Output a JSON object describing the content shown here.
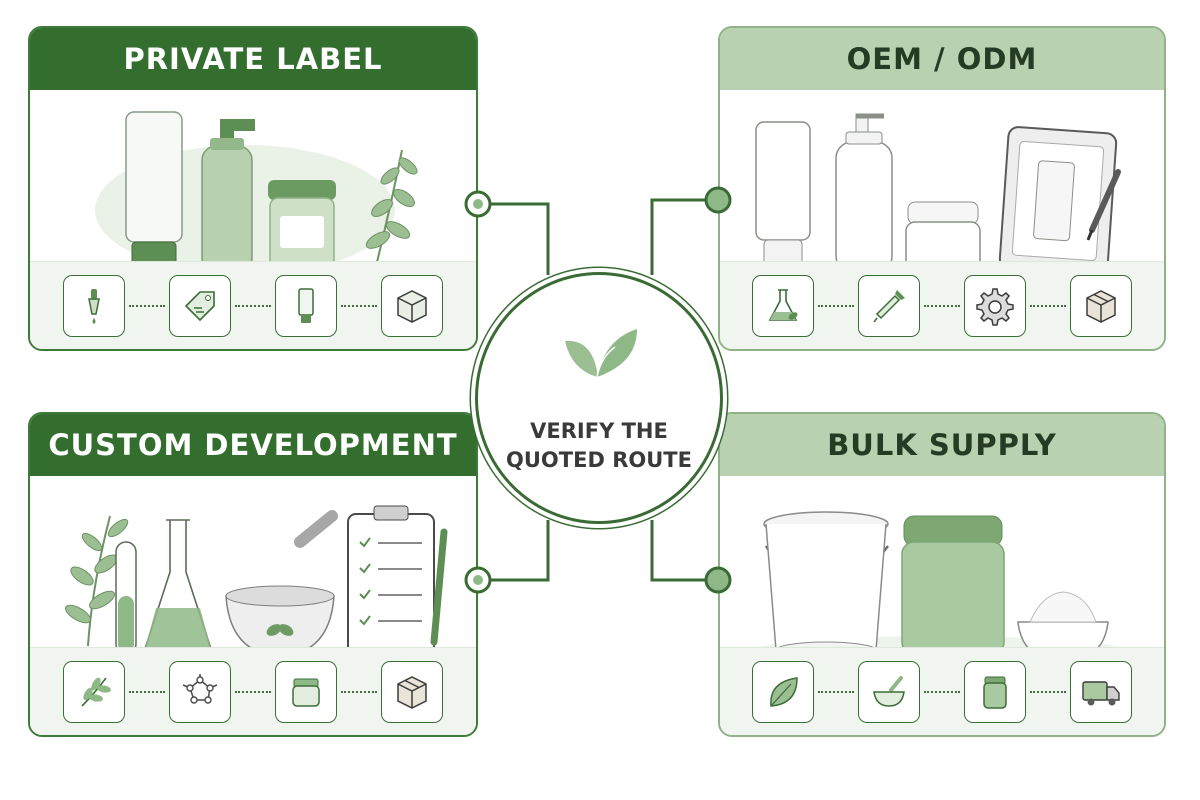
{
  "center": {
    "title": "VERIFY THE QUOTED ROUTE",
    "icon": "leaf-icon"
  },
  "panels": [
    {
      "key": "private-label",
      "title": "PRIVATE LABEL",
      "style": "dark",
      "illustration": [
        "tube-icon",
        "pump-bottle-icon",
        "jar-icon",
        "sprig-icon"
      ],
      "steps": [
        "dropper-icon",
        "tag-icon",
        "tube-icon",
        "box-icon"
      ]
    },
    {
      "key": "oem-odm",
      "title": "OEM / ODM",
      "style": "light",
      "illustration": [
        "tube-icon",
        "pump-bottle-icon",
        "jar-icon",
        "design-tablet-icon"
      ],
      "steps": [
        "flask-icon",
        "dropper-icon",
        "gear-icon",
        "box-icon"
      ]
    },
    {
      "key": "custom-development",
      "title": "CUSTOM DEVELOPMENT",
      "style": "dark",
      "illustration": [
        "sprig-icon",
        "test-tube-icon",
        "flask-icon",
        "mortar-icon",
        "clipboard-icon"
      ],
      "steps": [
        "sprig-icon",
        "molecule-icon",
        "jar-icon",
        "box-icon"
      ]
    },
    {
      "key": "bulk-supply",
      "title": "BULK SUPPLY",
      "style": "light",
      "illustration": [
        "bucket-icon",
        "large-jar-icon",
        "cream-bowl-icon"
      ],
      "steps": [
        "leaf-icon",
        "mortar-icon",
        "jar-icon",
        "truck-icon"
      ]
    }
  ],
  "colors": {
    "dark_green": "#336e2f",
    "light_green": "#b9d0b1",
    "accent_green": "#8fb887",
    "line": "#3a6b34"
  }
}
